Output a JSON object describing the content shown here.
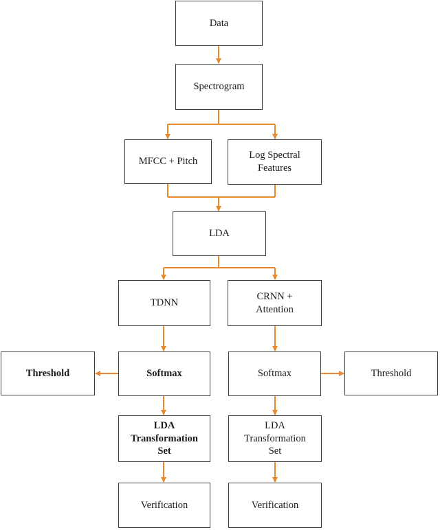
{
  "colors": {
    "arrow": "#e8892b",
    "border": "#3b3b3b",
    "text": "#1a1a1a"
  },
  "nodes": {
    "data": "Data",
    "spectrogram": "Spectrogram",
    "mfcc": "MFCC + Pitch",
    "log_spectral": "Log Spectral\nFeatures",
    "lda": "LDA",
    "tdnn": "TDNN",
    "crnn": "CRNN +\nAttention",
    "softmax_left": "Softmax",
    "softmax_right": "Softmax",
    "threshold_left": "Threshold",
    "threshold_right": "Threshold",
    "lda_set_left": "LDA\nTransformation\nSet",
    "lda_set_right": "LDA\nTransformation\nSet",
    "verification_left": "Verification",
    "verification_right": "Verification"
  }
}
